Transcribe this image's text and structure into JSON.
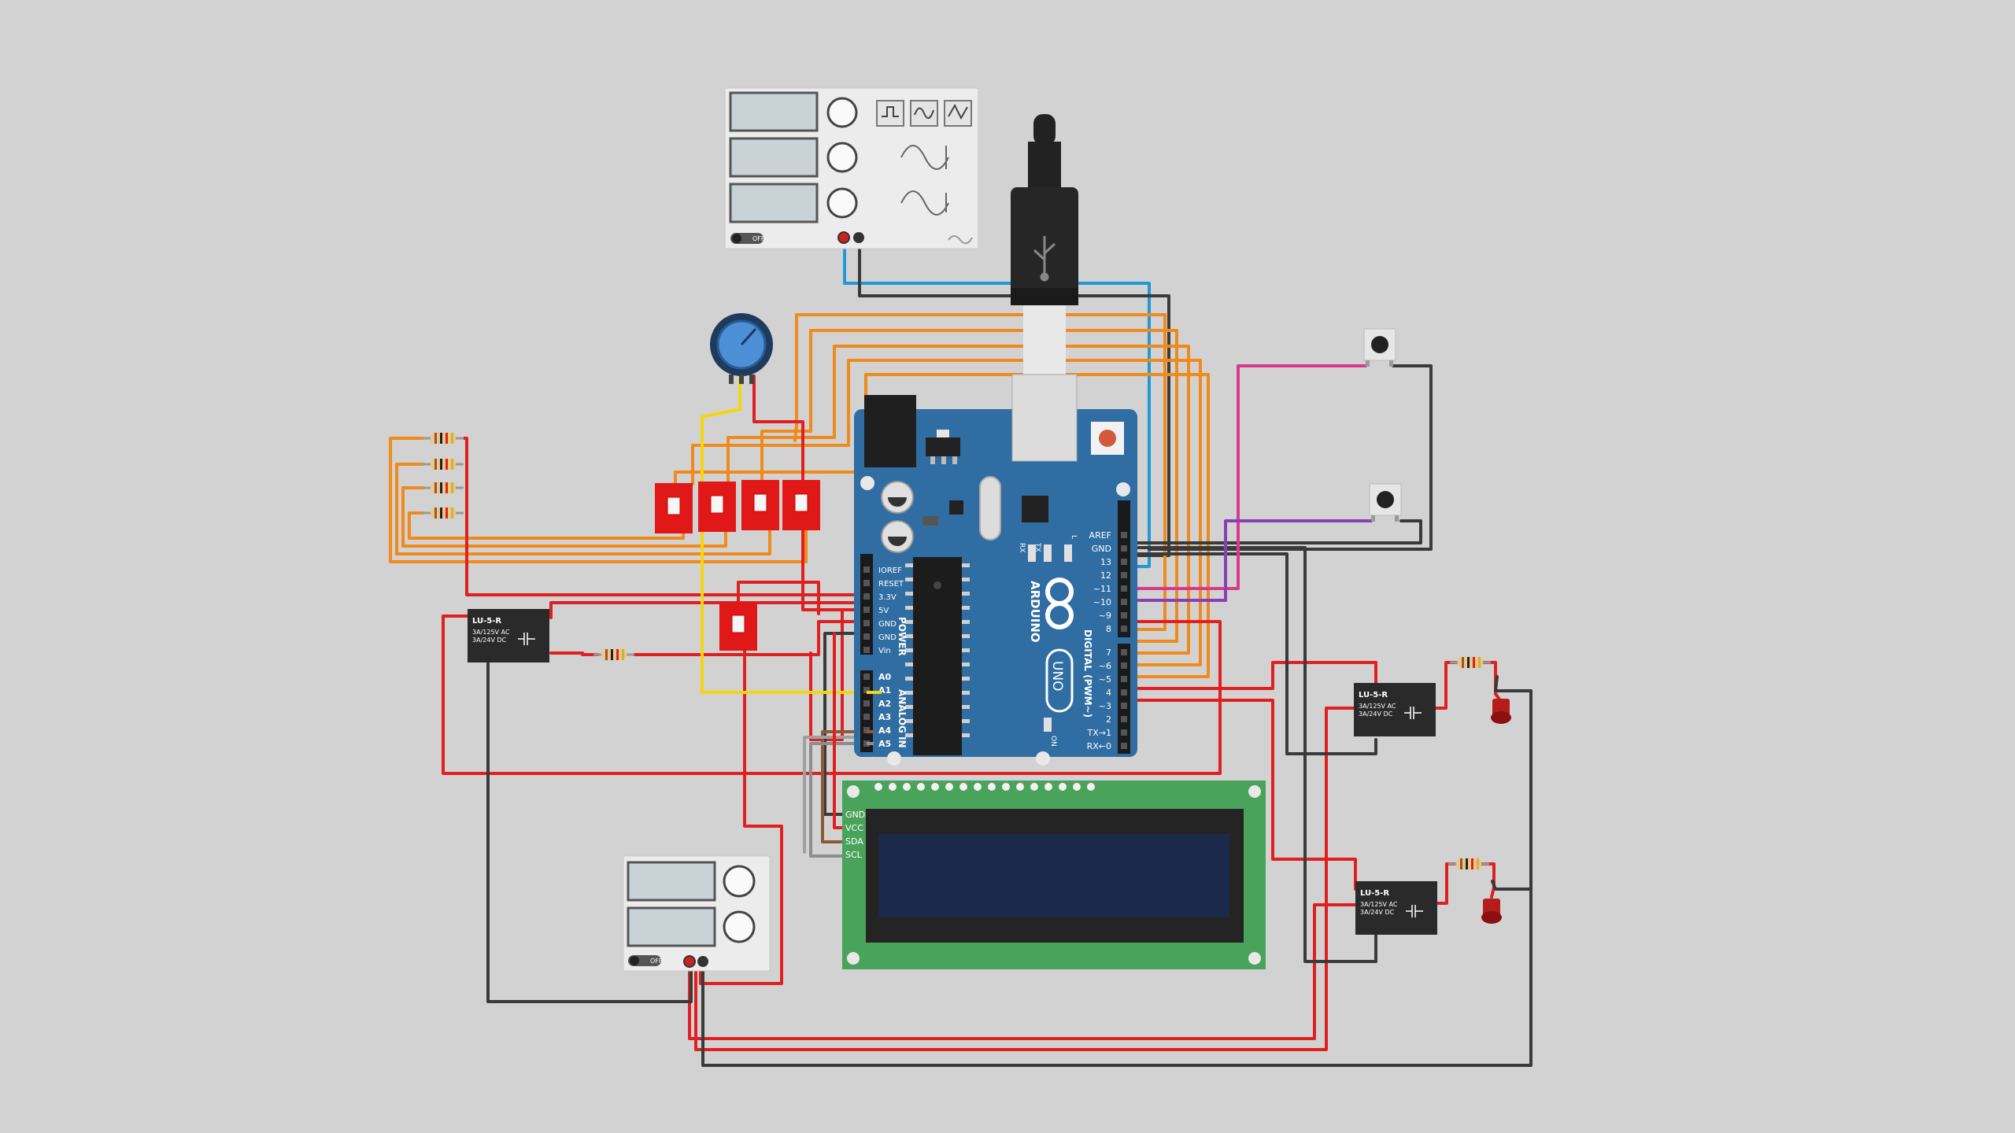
{
  "colors": {
    "background": "#d2d2d2",
    "board": "#2f6da3",
    "wire_red": "#e02020",
    "wire_orange": "#f08a1c",
    "wire_black": "#3a3a3a",
    "wire_blue": "#1f9ad6",
    "wire_yellow": "#f5d50f",
    "wire_magenta": "#d63a8a",
    "wire_purple": "#8a3fb5",
    "wire_brown": "#8a5a3a",
    "wire_gray": "#8d8d8d",
    "lcd_pcb": "#4aa35a",
    "lcd_screen": "#1b2a4a"
  },
  "arduino": {
    "brand": "ARDUINO",
    "model": "UNO",
    "power_header_label": "POWER",
    "analog_header_label": "ANALOG IN",
    "digital_header_label": "DIGITAL (PWM~)",
    "power_pins": [
      "IOREF",
      "RESET",
      "3.3V",
      "5V",
      "GND",
      "GND",
      "Vin"
    ],
    "analog_pins": [
      "A0",
      "A1",
      "A2",
      "A3",
      "A4",
      "A5"
    ],
    "digital_top_pins": [
      "AREF",
      "GND",
      "13",
      "12",
      "~11",
      "~10",
      "~9",
      "8"
    ],
    "digital_bottom_pins": [
      "7",
      "~6",
      "~5",
      "4",
      "~3",
      "2",
      "TX→1",
      "RX←0"
    ],
    "led_tx": "TX",
    "led_rx": "RX",
    "led_l": "L",
    "led_on": "ON"
  },
  "function_generator": {
    "switch_label": "OFF",
    "waveform_icons": [
      "square-wave-icon",
      "sine-wave-icon",
      "triangle-wave-icon"
    ]
  },
  "power_supply": {
    "switch_label": "OFF"
  },
  "relays": [
    {
      "name": "LU-5-R",
      "line1": "3A/125V AC",
      "line2": "3A/24V DC"
    },
    {
      "name": "LU-5-R",
      "line1": "3A/125V AC",
      "line2": "3A/24V DC"
    },
    {
      "name": "LU-5-R",
      "line1": "3A/125V AC",
      "line2": "3A/24V DC"
    }
  ],
  "lcd": {
    "pins": [
      "GND",
      "VCC",
      "SDA",
      "SCL"
    ]
  }
}
